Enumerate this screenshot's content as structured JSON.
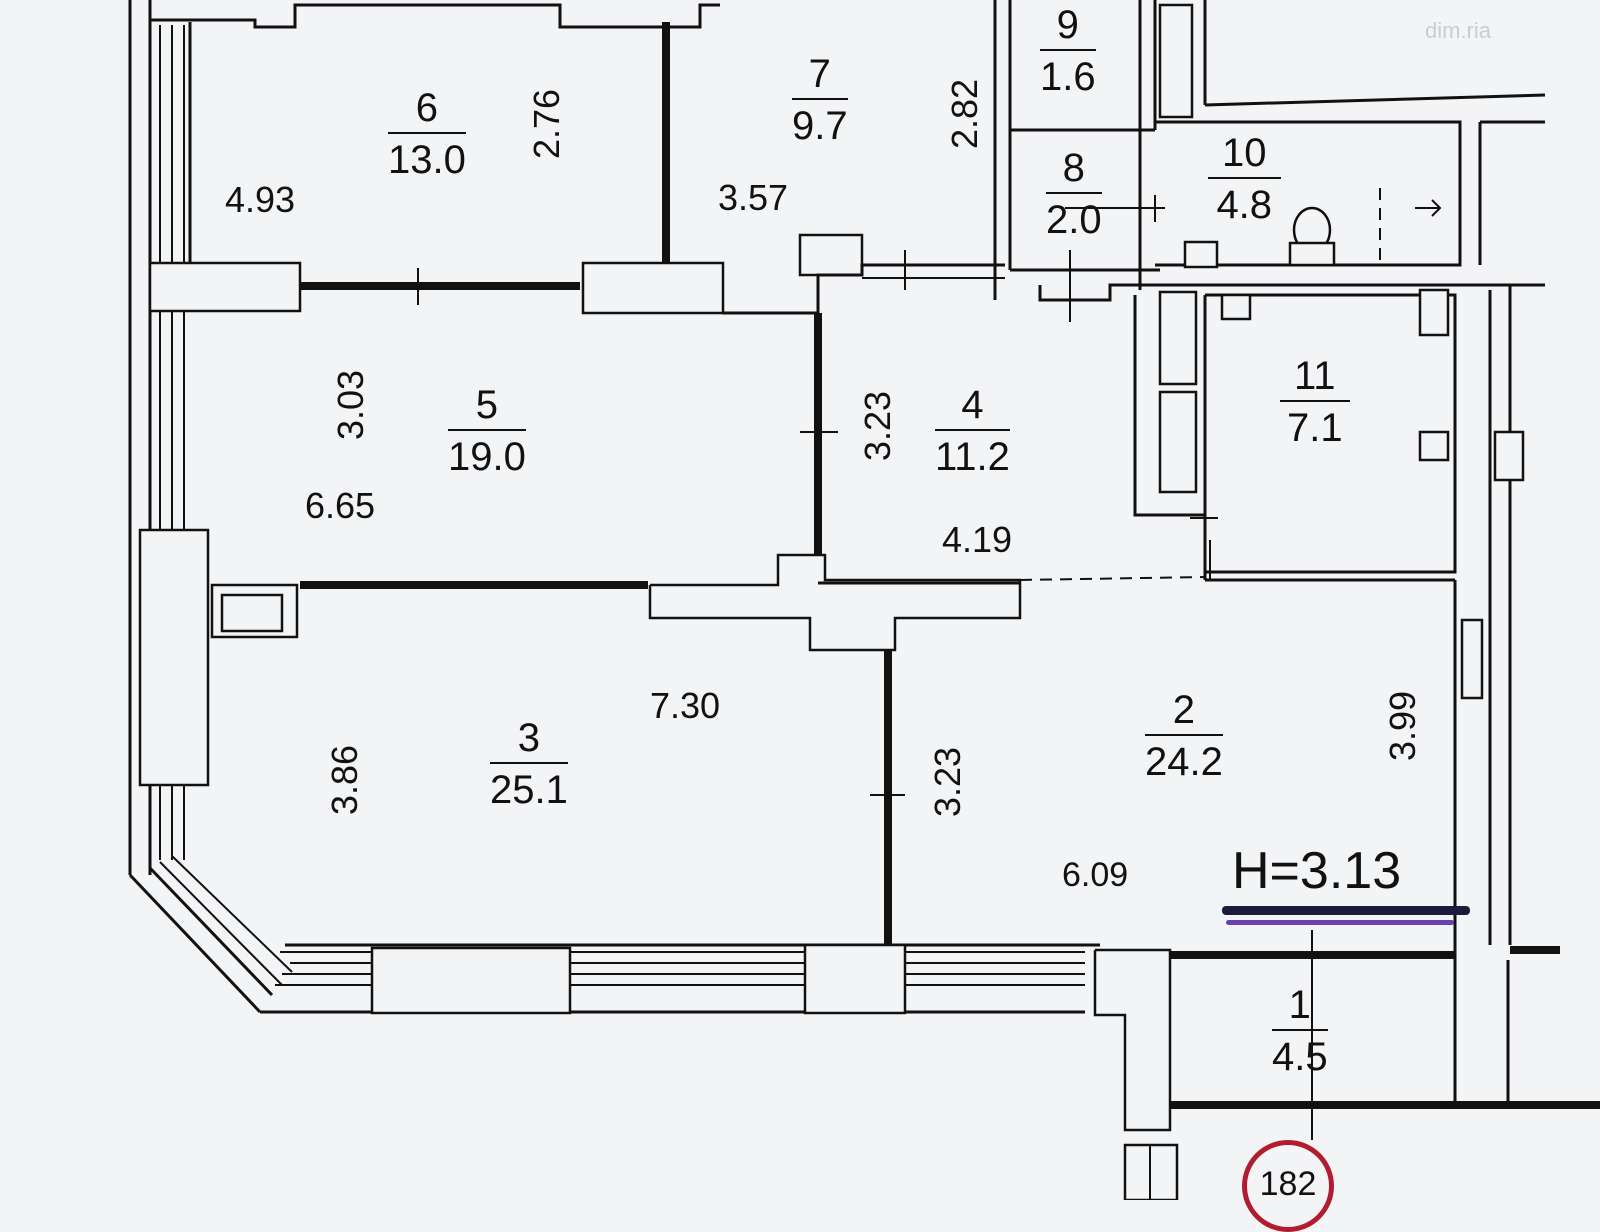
{
  "watermark": "dim.ria",
  "rooms": [
    {
      "id": "r1",
      "number": "1",
      "area": "4.5"
    },
    {
      "id": "r2",
      "number": "2",
      "area": "24.2"
    },
    {
      "id": "r3",
      "number": "3",
      "area": "25.1"
    },
    {
      "id": "r4",
      "number": "4",
      "area": "11.2"
    },
    {
      "id": "r5",
      "number": "5",
      "area": "19.0"
    },
    {
      "id": "r6",
      "number": "6",
      "area": "13.0"
    },
    {
      "id": "r7",
      "number": "7",
      "area": "9.7"
    },
    {
      "id": "r8",
      "number": "8",
      "area": "2.0"
    },
    {
      "id": "r9",
      "number": "9",
      "area": "1.6"
    },
    {
      "id": "r10",
      "number": "10",
      "area": "4.8"
    },
    {
      "id": "r11",
      "number": "11",
      "area": "7.1"
    }
  ],
  "dimensions": {
    "r6_width": "4.93",
    "r6_depth": "2.76",
    "r7_width": "3.57",
    "r7_depth": "2.82",
    "r5_depth": "3.03",
    "r5_width": "6.65",
    "r4_depth": "3.23",
    "r4_width": "4.19",
    "r3_width": "7.30",
    "r3_depth": "3.86",
    "r2_depth_left": "3.23",
    "r2_depth_right": "3.99",
    "r2_width": "6.09"
  },
  "ceiling_height": "H=3.13",
  "apartment_number": "182"
}
